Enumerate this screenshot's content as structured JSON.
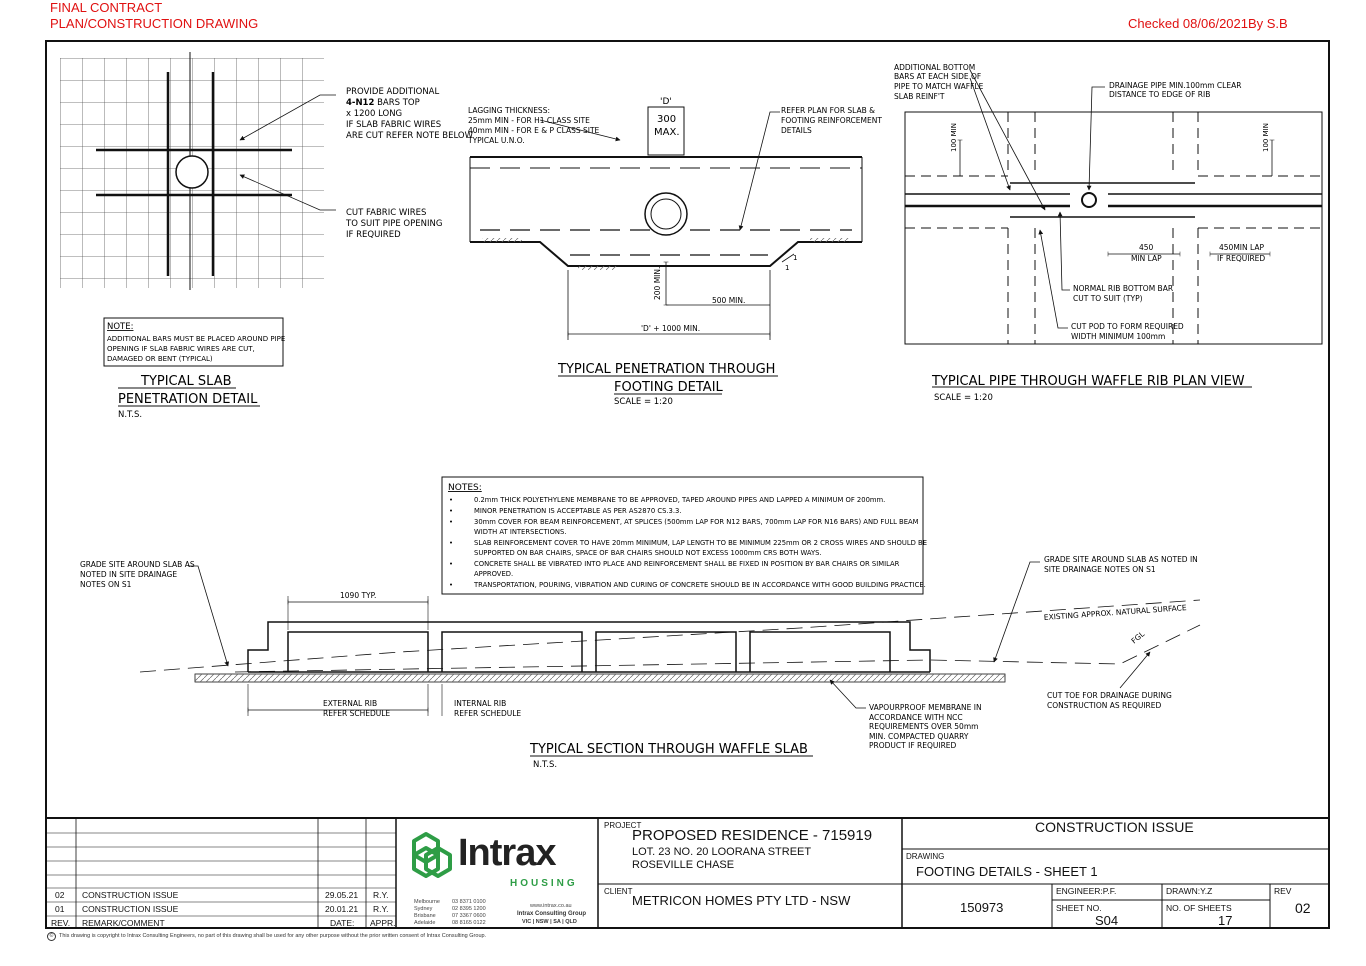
{
  "header": {
    "stamp_line1": "FINAL CONTRACT",
    "stamp_line2": "PLAN/CONSTRUCTION DRAWING",
    "checked": "Checked 08/06/2021By S.B"
  },
  "detail_slab": {
    "callout_bars_1": "PROVIDE ADDITIONAL",
    "callout_bars_2a": "4-N12",
    "callout_bars_2b": " BARS TOP",
    "callout_bars_3": "x 1200 LONG",
    "callout_bars_4": "IF SLAB FABRIC WIRES",
    "callout_bars_5": "ARE CUT REFER NOTE BELOW",
    "callout_cut_1": "CUT FABRIC WIRES",
    "callout_cut_2": "TO SUIT PIPE OPENING",
    "callout_cut_3": "IF REQUIRED",
    "note_title": "NOTE:",
    "note_1": "ADDITIONAL BARS MUST BE PLACED AROUND PIPE",
    "note_2": "OPENING IF SLAB FABRIC WIRES ARE CUT,",
    "note_3": "DAMAGED OR BENT (TYPICAL)",
    "title_1": "TYPICAL SLAB",
    "title_2": "PENETRATION DETAIL",
    "scale": "N.T.S."
  },
  "detail_footing": {
    "lagging_1": "LAGGING THICKNESS:",
    "lagging_2": "25mm MIN - FOR H1 CLASS SITE",
    "lagging_3": "40mm MIN - FOR E & P CLASS SITE",
    "lagging_4": "TYPICAL U.N.O.",
    "d_label": "'D'",
    "d_value_1": "300",
    "d_value_2": "MAX.",
    "refer_1": "REFER PLAN FOR SLAB &",
    "refer_2": "FOOTING REINFORCEMENT",
    "refer_3": "DETAILS",
    "min_200": "200 MIN.",
    "min_500": "500 MIN.",
    "d_plus": "'D' + 1000 MIN.",
    "slope_1": "1",
    "slope_2": "1",
    "title_1": "TYPICAL PENETRATION THROUGH",
    "title_2": "FOOTING DETAIL",
    "scale": "SCALE = 1:20"
  },
  "detail_rib": {
    "add_1": "ADDITIONAL BOTTOM",
    "add_2": "BARS AT EACH SIDE OF",
    "add_3": "PIPE TO MATCH WAFFLE",
    "add_4": "SLAB REINF'T",
    "drain_1": "DRAINAGE PIPE MIN.100mm CLEAR",
    "drain_2": "DISTANCE TO EDGE OF RIB",
    "min100": "100 MIN",
    "lap_450": "450",
    "lap_min": "MIN LAP",
    "lap_450b": "450MIN LAP",
    "lap_req": "IF REQUIRED",
    "normal_1": "NORMAL RIB BOTTOM BAR",
    "normal_2": "CUT TO SUIT (TYP)",
    "pod_1": "CUT POD TO FORM REQUIRED",
    "pod_2": "WIDTH MINIMUM 100mm",
    "title": "TYPICAL PIPE THROUGH WAFFLE RIB PLAN VIEW",
    "scale": "SCALE = 1:20"
  },
  "notes": {
    "title": "NOTES:",
    "items": [
      "0.2mm THICK POLYETHYLENE MEMBRANE TO BE APPROVED, TAPED AROUND PIPES AND LAPPED A MINIMUM OF 200mm.",
      "MINOR PENETRATION IS ACCEPTABLE AS PER AS2870 CS.3.3.",
      "30mm COVER FOR BEAM REINFORCEMENT, AT SPLICES (500mm LAP FOR N12 BARS, 700mm LAP FOR N16 BARS) AND FULL BEAM",
      "WIDTH AT INTERSECTIONS.",
      "SLAB REINFORCEMENT COVER TO HAVE 20mm MINIMUM, LAP LENGTH TO BE MINIMUM 225mm OR 2 CROSS WIRES AND SHOULD BE",
      "SUPPORTED ON BAR CHAIRS, SPACE OF BAR CHAIRS SHOULD NOT EXCESS 1000mm CRS BOTH WAYS.",
      "CONCRETE SHALL BE VIBRATED INTO PLACE AND REINFORCEMENT SHALL BE FIXED IN POSITION BY BAR CHAIRS OR SIMILAR",
      "APPROVED.",
      "TRANSPORTATION, POURING, VIBRATION AND CURING OF CONCRETE SHOULD BE IN ACCORDANCE WITH GOOD BUILDING PRACTICE."
    ]
  },
  "section": {
    "grade_left_1": "GRADE SITE AROUND SLAB AS",
    "grade_left_2": "NOTED IN SITE DRAINAGE",
    "grade_left_3": "NOTES ON S1",
    "grade_right_1": "GRADE SITE AROUND SLAB AS NOTED IN",
    "grade_right_2": "SITE DRAINAGE NOTES ON S1",
    "existing": "EXISTING APPROX. NATURAL SURFACE",
    "fgl": "FGL",
    "typ_1090": "1090 TYP.",
    "ext_rib_1": "EXTERNAL RIB",
    "ext_rib_2": "REFER SCHEDULE",
    "int_rib_1": "INTERNAL RIB",
    "int_rib_2": "REFER SCHEDULE",
    "vapour_1": "VAPOURPROOF MEMBRANE IN",
    "vapour_2": "ACCORDANCE WITH NCC",
    "vapour_3": "REQUIREMENTS OVER 50mm",
    "vapour_4": "MIN. COMPACTED QUARRY",
    "vapour_5": "PRODUCT IF REQUIRED",
    "toe_1": "CUT TOE FOR DRAINAGE DURING",
    "toe_2": "CONSTRUCTION AS REQUIRED",
    "title": "TYPICAL SECTION THROUGH WAFFLE SLAB",
    "scale": "N.T.S."
  },
  "title_block": {
    "revisions": [
      {
        "rev": "02",
        "remark": "CONSTRUCTION ISSUE",
        "date": "29.05.21",
        "appr": "R.Y."
      },
      {
        "rev": "01",
        "remark": "CONSTRUCTION ISSUE",
        "date": "20.01.21",
        "appr": "R.Y."
      }
    ],
    "rev_head": "REV.",
    "remark_head": "REMARK/COMMENT",
    "date_head": "DATE:",
    "appr_head": "APPR.",
    "logo_name": "Intrax",
    "logo_sub": "HOUSING",
    "offices": [
      "Melbourne",
      "Sydney",
      "Brisbane",
      "Adelaide"
    ],
    "phones": [
      "03 8371 0100",
      "02 8395 1200",
      "07 3367 0600",
      "08 8165 0122"
    ],
    "web": "www.intrax.co.au",
    "group": "Intrax Consulting Group",
    "states": "VIC | NSW | SA | QLD",
    "project_label": "PROJECT",
    "project_name": "PROPOSED RESIDENCE - 715919",
    "address_1": "LOT. 23 NO. 20 LOORANA STREET",
    "address_2": "ROSEVILLE CHASE",
    "client_label": "CLIENT",
    "client_name": "METRICON HOMES PTY LTD - NSW",
    "issue": "CONSTRUCTION ISSUE",
    "drawing_label": "DRAWING",
    "drawing_name": "FOOTING DETAILS - SHEET 1",
    "job_no": "150973",
    "engineer": "ENGINEER:P.F.",
    "drawn": "DRAWN:Y.Z",
    "rev_label": "REV",
    "rev_value": "02",
    "sheet_label": "SHEET NO.",
    "sheet_value": "S04",
    "sheets_label": "NO. OF SHEETS",
    "sheets_value": "17",
    "copyright": "This drawing is copyright to Intrax Consulting Engineers, no part of this drawing shall be used for any other purpose without the prior written consent of Intrax Consulting Group."
  }
}
